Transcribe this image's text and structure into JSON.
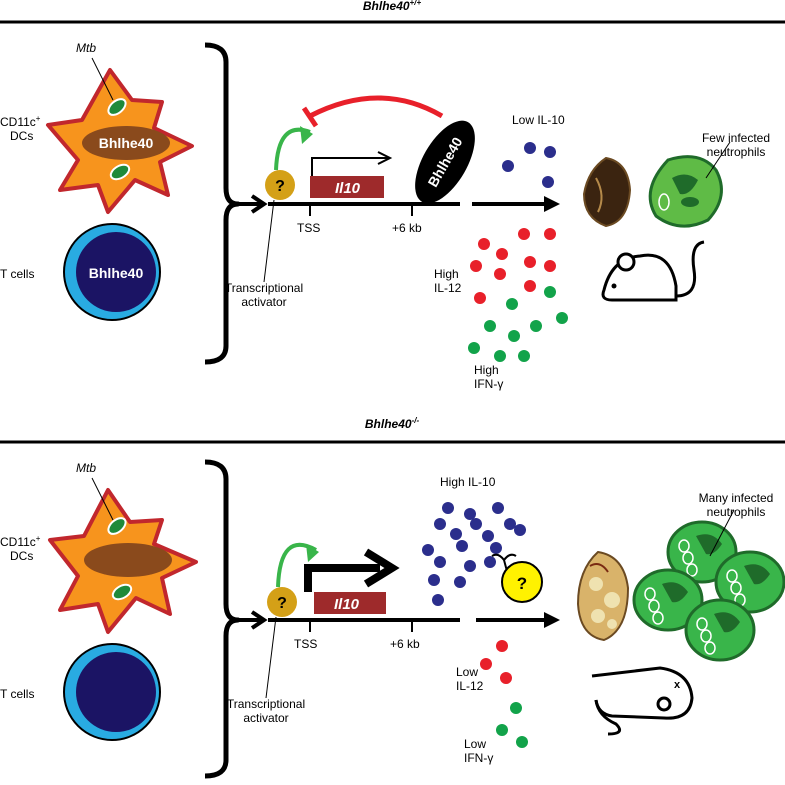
{
  "panels": {
    "wt": {
      "genotype_base": "Bhlhe40",
      "genotype_sup": "+/+",
      "mtb": "Mtb",
      "cell_dc": [
        "CD11c",
        "+",
        "DCs"
      ],
      "cell_t": "T cells",
      "dc_protein": "Bhlhe40",
      "t_protein": "Bhlhe40",
      "activator_mark": "?",
      "gene": "Il10",
      "tss": "TSS",
      "plus6": "+6 kb",
      "repressor": "Bhlhe40",
      "activator_label": [
        "Transcriptional",
        "activator"
      ],
      "il10": "Low IL-10",
      "il12": [
        "High",
        "IL-12"
      ],
      "ifng": [
        "High",
        "IFN-γ"
      ],
      "neutrophils": [
        "Few infected",
        "neutrophils"
      ]
    },
    "ko": {
      "genotype_base": "Bhlhe40",
      "genotype_sup": "-/-",
      "mtb": "Mtb",
      "cell_dc": [
        "CD11c",
        "+",
        "DCs"
      ],
      "cell_t": "T cells",
      "activator_mark": "?",
      "gene": "Il10",
      "tss": "TSS",
      "plus6": "+6 kb",
      "receptor_mark": "?",
      "activator_label": [
        "Transcriptional",
        "activator"
      ],
      "il10": "High IL-10",
      "il12": [
        "Low",
        "IL-12"
      ],
      "ifng": [
        "Low",
        "IFN-γ"
      ],
      "neutrophils": [
        "Many infected",
        "neutrophils"
      ]
    }
  },
  "colors": {
    "il10_dot": "#2b2e8c",
    "il12_dot": "#e8202a",
    "ifng_dot": "#12a34a",
    "dc_fill": "#f7941d",
    "dc_outline": "#c1272d",
    "t_cell_outer": "#29abe2",
    "t_cell_inner": "#1b1464",
    "activator": "#d4a017",
    "gene_box": "#9e2a2b",
    "repression": "#e8202a",
    "activation": "#39b54a",
    "neutrophil": "#39b54a",
    "receptor": "#fff200"
  }
}
